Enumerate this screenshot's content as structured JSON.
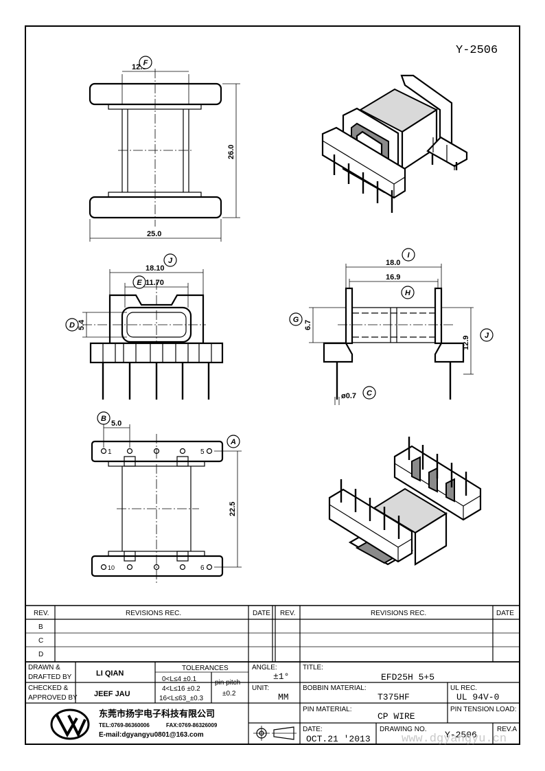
{
  "drawing": {
    "number_top": "Y-2506",
    "dimensions": {
      "d12_8": "12.8",
      "d26_0": "26.0",
      "d25_0": "25.0",
      "d18_10": "18.10",
      "d11_70": "11.70",
      "d5_4": "5.4",
      "d18_0": "18.0",
      "d16_9": "16.9",
      "d6_7": "6.7",
      "d12_9": "12.9",
      "d0_7": "ø0.7",
      "d5_0": "5.0",
      "d22_5": "22.5"
    },
    "balloons": {
      "F": "F",
      "J": "J",
      "E": "E",
      "D": "D",
      "I": "I",
      "H": "H",
      "G": "G",
      "J2": "J",
      "C": "C",
      "B": "B",
      "A": "A"
    },
    "pins": {
      "p1": "1",
      "p5": "5",
      "p10": "10",
      "p6": "6"
    }
  },
  "revisions": {
    "left": {
      "header_rev": "REV.",
      "header_rec": "REVISIONS   REC.",
      "header_date": "DATE",
      "rows": [
        "B",
        "C",
        "D"
      ]
    },
    "right": {
      "header_rev": "REV.",
      "header_rec": "REVISIONS   REC.",
      "header_date": "DATE"
    }
  },
  "title_block": {
    "drawn_label_1": "DRAWN  &",
    "drawn_label_2": "DRAFTED  BY",
    "drawn_name": "LI QIAN",
    "checked_label_1": "CHECKED  &",
    "checked_label_2": "APPROVED  BY",
    "checked_name": "JEEF JAU",
    "tolerances_label": "TOLERANCES",
    "tol_1": "0<L≤4    ±0.1",
    "tol_2": "4<L≤16   ±0.2",
    "tol_3": "16<L≤63_±0.3",
    "pin_pitch_label": "pin  pitch",
    "pin_pitch_value": "±0.2",
    "angle_label": "ANGLE:",
    "angle_value": "±1°",
    "unit_label": "UNIT:",
    "unit_value": "MM",
    "title_label": "TITLE:",
    "title_value": "EFD25H  5+5",
    "bobbin_label": "BOBBIN  MATERIAL:",
    "bobbin_value": "T375HF",
    "ul_label": "UL  REC.",
    "ul_value": "UL  94V-0",
    "pin_material_label": "PIN  MATERIAL:",
    "pin_material_value": "CP  WIRE",
    "pin_tension_label": "PIN  TENSION  LOAD:",
    "date_label": "DATE:",
    "date_value": "OCT.21  '2013",
    "drawing_no_label": "DRAWING  NO.",
    "drawing_no_value": "Y-2506",
    "rev_label": "REV.A",
    "company_name": "东莞市扬宇电子科技有限公司",
    "company_tel": "TEL:0769-86360006",
    "company_fax": "FAX:0769-86326009",
    "company_email": "E-mail:dgyangyu0801@163.com",
    "watermark": "www.dgyangyu.cn"
  }
}
